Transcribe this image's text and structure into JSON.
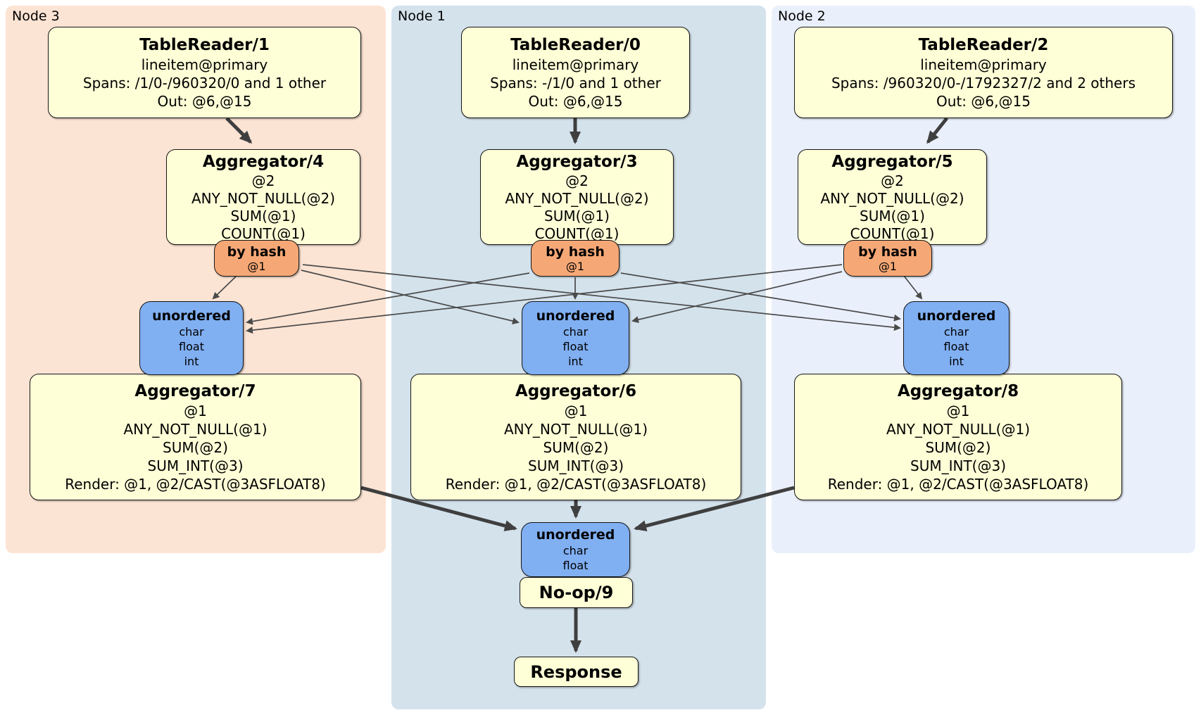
{
  "groups": {
    "node3": {
      "label": "Node 3"
    },
    "node1": {
      "label": "Node 1"
    },
    "node2": {
      "label": "Node 2"
    }
  },
  "processors": {
    "tablereader1": {
      "title": "TableReader/1",
      "rows": [
        "lineitem@primary",
        "Spans: /1/0-/960320/0 and 1 other",
        "Out: @6,@15"
      ]
    },
    "tablereader0": {
      "title": "TableReader/0",
      "rows": [
        "lineitem@primary",
        "Spans: -/1/0 and 1 other",
        "Out: @6,@15"
      ]
    },
    "tablereader2": {
      "title": "TableReader/2",
      "rows": [
        "lineitem@primary",
        "Spans: /960320/0-/1792327/2 and 2 others",
        "Out: @6,@15"
      ]
    },
    "aggregator4": {
      "title": "Aggregator/4",
      "rows": [
        "@2",
        "ANY_NOT_NULL(@2)",
        "SUM(@1)",
        "COUNT(@1)"
      ]
    },
    "aggregator3": {
      "title": "Aggregator/3",
      "rows": [
        "@2",
        "ANY_NOT_NULL(@2)",
        "SUM(@1)",
        "COUNT(@1)"
      ]
    },
    "aggregator5": {
      "title": "Aggregator/5",
      "rows": [
        "@2",
        "ANY_NOT_NULL(@2)",
        "SUM(@1)",
        "COUNT(@1)"
      ]
    },
    "aggregator7": {
      "title": "Aggregator/7",
      "rows": [
        "@1",
        "ANY_NOT_NULL(@1)",
        "SUM(@2)",
        "SUM_INT(@3)",
        "Render: @1, @2/CAST(@3ASFLOAT8)"
      ]
    },
    "aggregator6": {
      "title": "Aggregator/6",
      "rows": [
        "@1",
        "ANY_NOT_NULL(@1)",
        "SUM(@2)",
        "SUM_INT(@3)",
        "Render: @1, @2/CAST(@3ASFLOAT8)"
      ]
    },
    "aggregator8": {
      "title": "Aggregator/8",
      "rows": [
        "@1",
        "ANY_NOT_NULL(@1)",
        "SUM(@2)",
        "SUM_INT(@3)",
        "Render: @1, @2/CAST(@3ASFLOAT8)"
      ]
    },
    "noop9": {
      "title": "No-op/9"
    },
    "response": {
      "title": "Response"
    }
  },
  "routers": {
    "by_hash": {
      "title": "by hash",
      "key": "@1"
    }
  },
  "synchronizers": {
    "unordered_mid": {
      "title": "unordered",
      "columns": [
        "char",
        "float",
        "int"
      ]
    },
    "unordered_final": {
      "title": "unordered",
      "columns": [
        "char",
        "float"
      ]
    }
  },
  "edges": [
    {
      "from": "TableReader/1",
      "to": "Aggregator/4"
    },
    {
      "from": "TableReader/0",
      "to": "Aggregator/3"
    },
    {
      "from": "TableReader/2",
      "to": "Aggregator/5"
    },
    {
      "from": "by hash (Node 3)",
      "to": "unordered (Node 3)"
    },
    {
      "from": "by hash (Node 3)",
      "to": "unordered (Node 1)"
    },
    {
      "from": "by hash (Node 3)",
      "to": "unordered (Node 2)"
    },
    {
      "from": "by hash (Node 1)",
      "to": "unordered (Node 3)"
    },
    {
      "from": "by hash (Node 1)",
      "to": "unordered (Node 1)"
    },
    {
      "from": "by hash (Node 1)",
      "to": "unordered (Node 2)"
    },
    {
      "from": "by hash (Node 2)",
      "to": "unordered (Node 3)"
    },
    {
      "from": "by hash (Node 2)",
      "to": "unordered (Node 1)"
    },
    {
      "from": "by hash (Node 2)",
      "to": "unordered (Node 2)"
    },
    {
      "from": "Aggregator/7",
      "to": "unordered (final)"
    },
    {
      "from": "Aggregator/6",
      "to": "unordered (final)"
    },
    {
      "from": "Aggregator/8",
      "to": "unordered (final)"
    },
    {
      "from": "unordered (final)",
      "to": "No-op/9"
    },
    {
      "from": "No-op/9",
      "to": "Response"
    }
  ],
  "colors": {
    "canvas_bg": "#ffffff",
    "node3_bg": "#fce4d4",
    "node1_bg": "#d4e2ec",
    "node2_bg": "#eaf0fb",
    "proc_fill": "#feffd7",
    "router_fill": "#f5a876",
    "sync_fill": "#80aff2",
    "box_border": "#161616",
    "edge_thick": "#3f3f3f",
    "edge_thin": "#4a4a4a"
  }
}
